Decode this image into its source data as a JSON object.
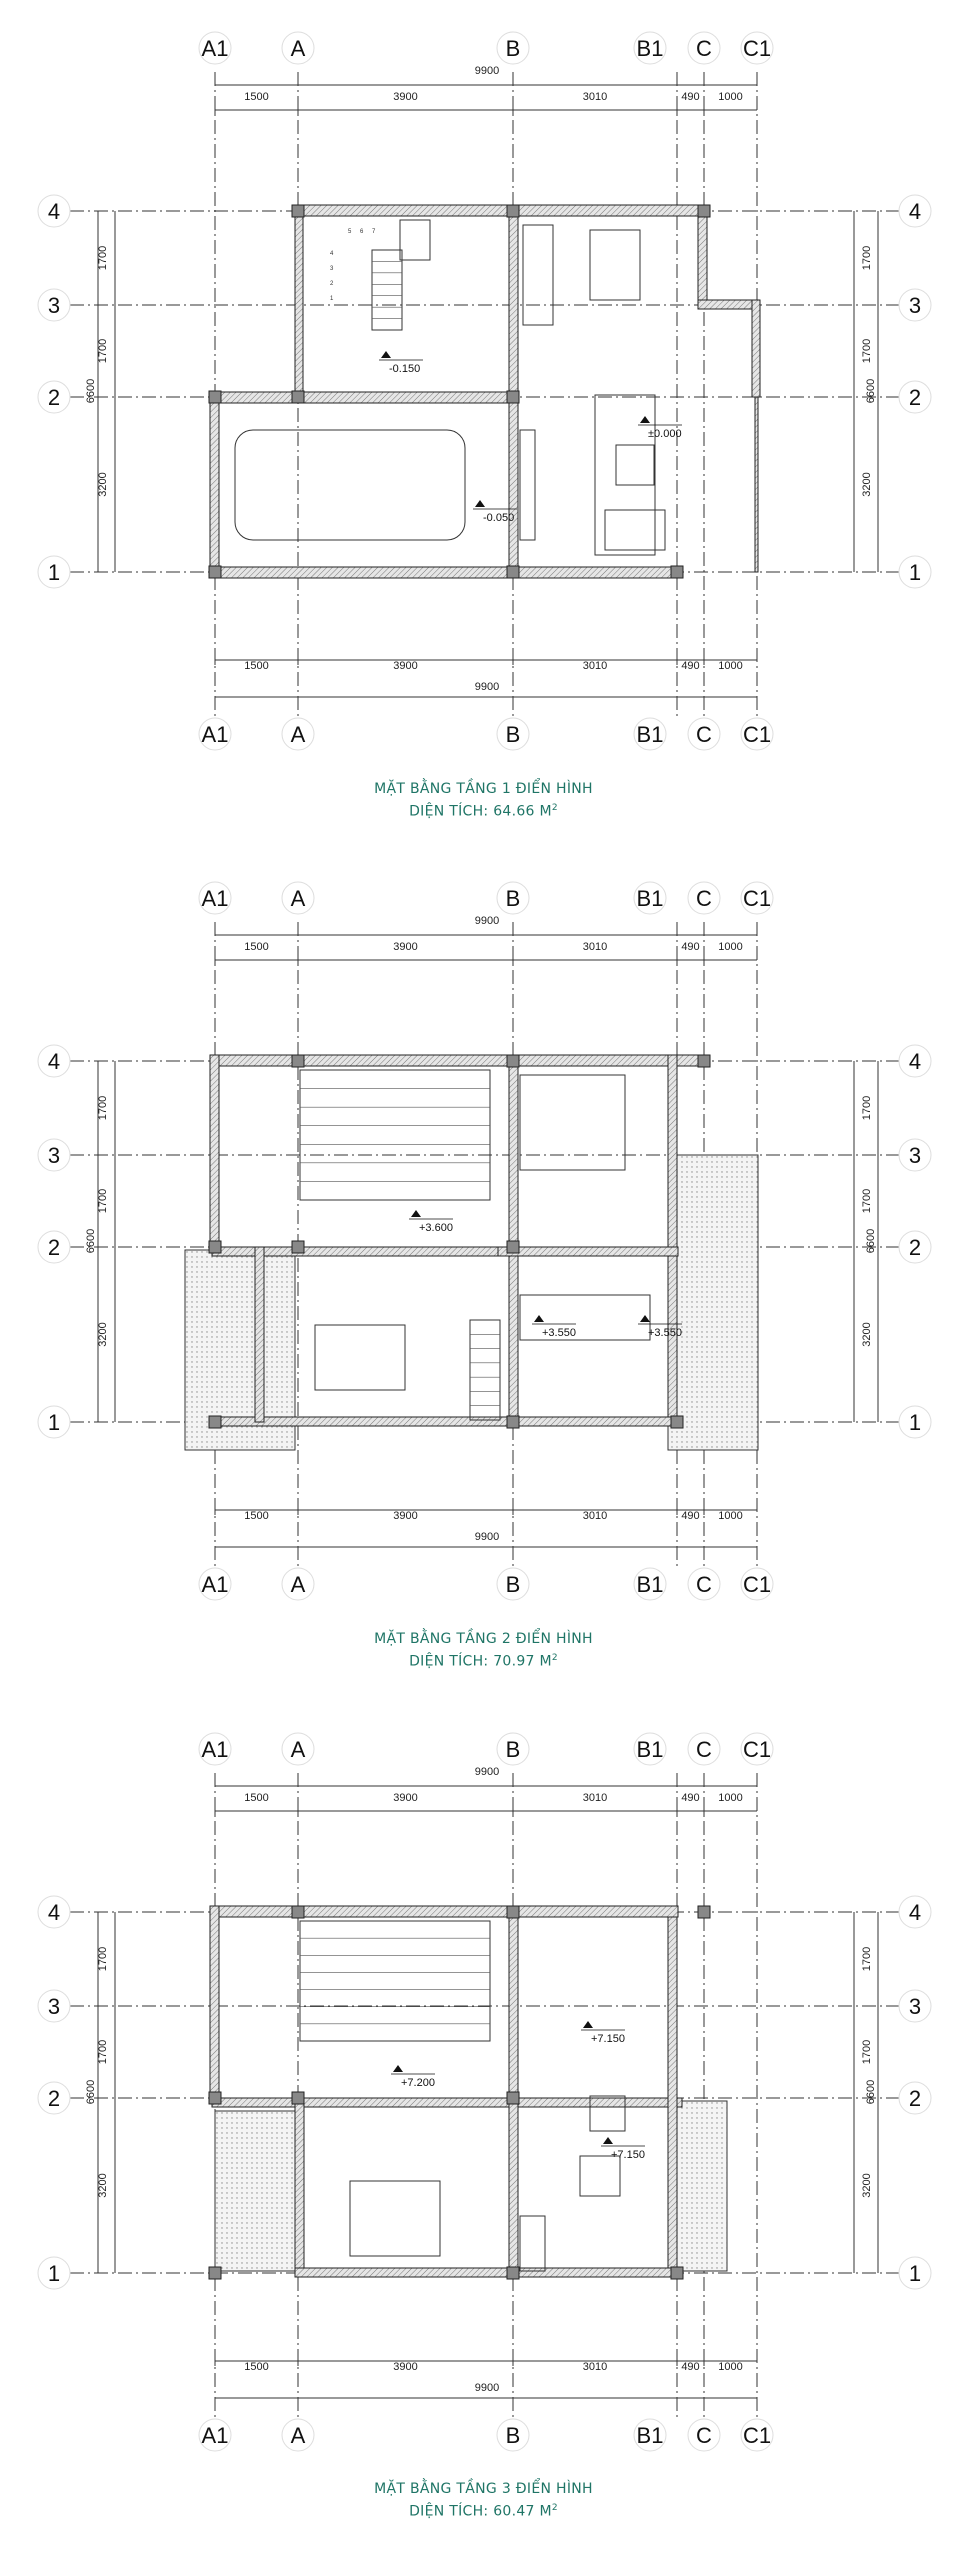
{
  "columns": [
    "A1",
    "A",
    "B",
    "B1",
    "C",
    "C1"
  ],
  "rows": [
    "4",
    "3",
    "2",
    "1"
  ],
  "dimensions": {
    "total_width": "9900",
    "segments": [
      "1500",
      "3900",
      "3010",
      "490",
      "1000"
    ],
    "total_height": "6600",
    "row_segments": [
      "1700",
      "1700",
      "3200"
    ]
  },
  "floors": [
    {
      "title": "MẶT BẰNG TẦNG 1 ĐIỂN HÌNH",
      "area_label": "DIỆN TÍCH: 64.66 M",
      "area_unit_exp": "2",
      "elevations": [
        "-0.150",
        "-0.050",
        "±0.000"
      ],
      "stair_numbers": [
        "1",
        "2",
        "3",
        "4",
        "5",
        "6",
        "7"
      ]
    },
    {
      "title": "MẶT BẰNG TẦNG 2 ĐIỂN HÌNH",
      "area_label": "DIỆN TÍCH: 70.97 M",
      "area_unit_exp": "2",
      "elevations": [
        "+3.600",
        "+3.550",
        "+3.550"
      ]
    },
    {
      "title": "MẶT BẰNG TẦNG 3 ĐIỂN HÌNH",
      "area_label": "DIỆN TÍCH: 60.47 M",
      "area_unit_exp": "2",
      "elevations": [
        "+7.200",
        "+7.150",
        "+7.150"
      ]
    }
  ],
  "colors": {
    "caption": "#1f7566",
    "line": "#222222",
    "wall_fill": "#bdbdbd"
  }
}
